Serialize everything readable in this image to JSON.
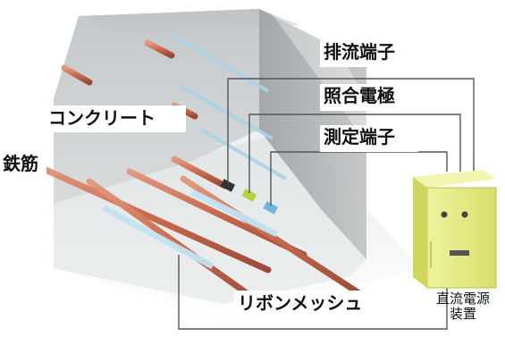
{
  "labels": {
    "drain_terminal": "排流端子",
    "reference_electrode": "照合電極",
    "measurement_terminal": "測定端子",
    "concrete": "コンクリート",
    "rebar": "鉄筋",
    "ribbon_mesh": "リボンメッシュ",
    "dc_power_supply_line1": "直流電源",
    "dc_power_supply_line2": "装置"
  },
  "colors": {
    "concrete_front": "#b9bdbf",
    "concrete_side": "#a7abad",
    "concrete_top": "#cfd3d5",
    "rebar": "#c8745a",
    "ribbon_mesh": "#a9d3e8",
    "power_supply_body": "#e8ee8a",
    "leader_line": "#555555"
  }
}
